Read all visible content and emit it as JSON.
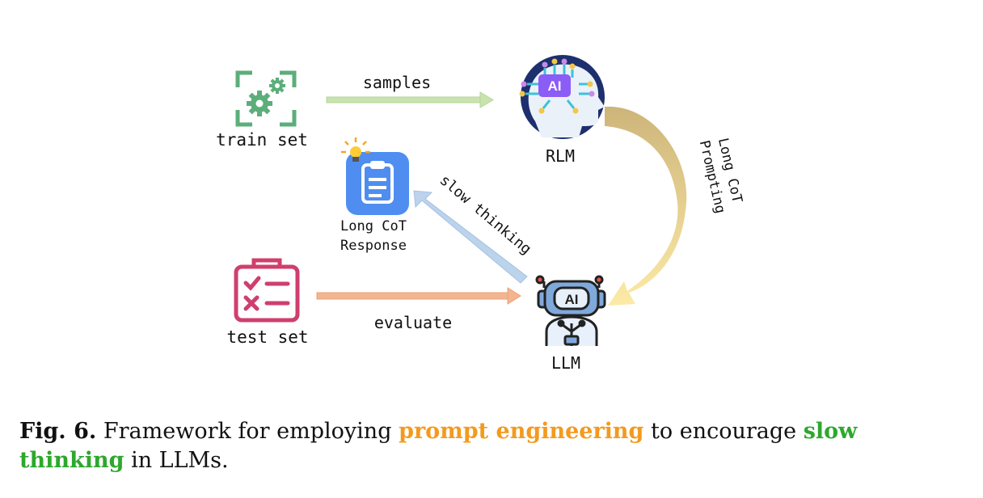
{
  "diagram": {
    "nodes": {
      "train_set": "train set",
      "rlm": "RLM",
      "rlm_badge": "AI",
      "long_cot_response_line1": "Long CoT",
      "long_cot_response_line2": "Response",
      "test_set": "test set",
      "llm": "LLM",
      "llm_badge": "AI"
    },
    "edges": {
      "samples": "samples",
      "long_cot_prompting_line1": "Long CoT",
      "long_cot_prompting_line2": "Prompting",
      "slow_thinking": "slow thinking",
      "evaluate": "evaluate"
    },
    "colors": {
      "samples_arrow": "#c9e3b0",
      "prompting_arrow_top": "#d4bf80",
      "prompting_arrow_bottom": "#fde9a8",
      "slow_thinking_arrow": "#bcd3ec",
      "evaluate_arrow": "#f3b58f",
      "train_icon": "#5cae7a",
      "test_icon": "#cf3f6e",
      "response_icon": "#4f8ef0",
      "brain_circle": "#1e2f6e"
    }
  },
  "caption": {
    "fig_label": "Fig. 6.",
    "text_before": "Framework for employing",
    "highlight1": "prompt engineering",
    "text_middle": "to encourage",
    "highlight2": "slow thinking",
    "text_after": "in LLMs.",
    "highlight1_color": "#f39a1e",
    "highlight2_color": "#2da82d"
  }
}
